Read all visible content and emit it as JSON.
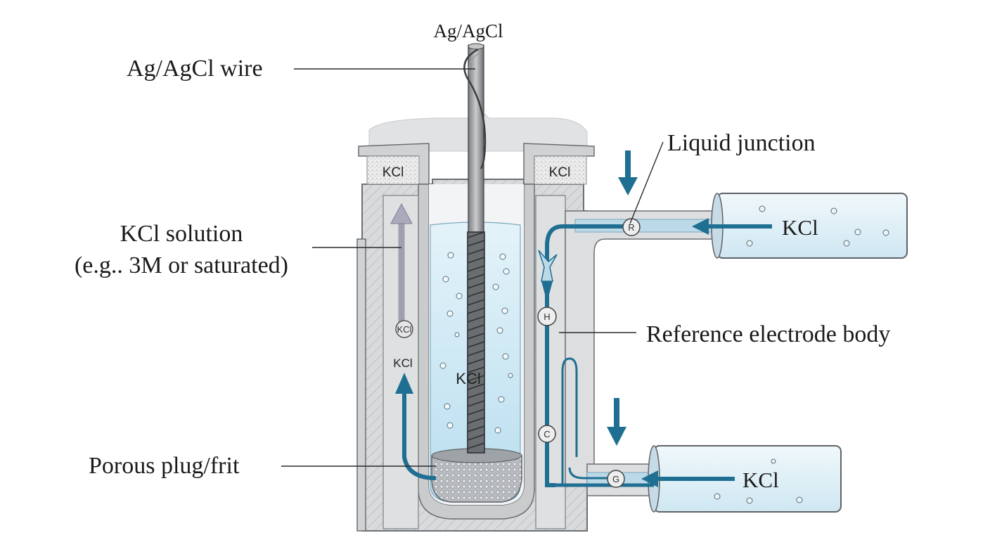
{
  "labels": {
    "top": "Ag/AgCl",
    "wire": "Ag/AgCl wire",
    "kcl_solution_line1": "KCl solution",
    "kcl_solution_line2": "(e.g.. 3M or saturated)",
    "porous_plug": "Porous plug/frit",
    "liquid_junction": "Liquid junction",
    "reference_body": "Reference electrode body"
  },
  "cap_tags": {
    "left": "KCl",
    "right": "KCl"
  },
  "inner": {
    "center_tag": "KCl",
    "left_channel_tag_upper": "KCl",
    "left_channel_tag_lower": "KCl"
  },
  "markers": {
    "r": "R",
    "h": "H",
    "c": "C",
    "g": "G"
  },
  "reservoirs": {
    "upper_label": "KCl",
    "lower_label": "KCl"
  },
  "colors": {
    "flow": "#1f6f92",
    "body_gray": "#d6d8da",
    "body_stroke": "#6b6f73",
    "solution": "#cfe8f3",
    "reservoir": "#e3f1f7"
  }
}
